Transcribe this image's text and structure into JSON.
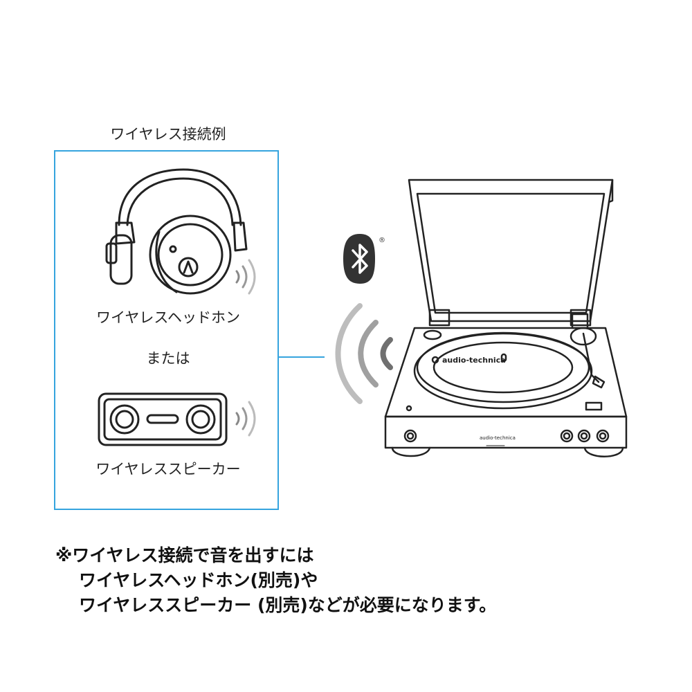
{
  "caption": "ワイヤレス接続例",
  "devices": {
    "headphones_label": "ワイヤレスヘッドホン",
    "or_label": "または",
    "speaker_label": "ワイヤレススピーカー"
  },
  "turntable": {
    "brand": "audio-technica",
    "front_brand": "audio-technica"
  },
  "bluetooth": {
    "registered_mark": "®"
  },
  "note": {
    "line1": "※ワイヤレス接続で音を出すには",
    "line2": "ワイヤレスヘッドホン(別売)や",
    "line3": "ワイヤレススピーカー (別売)などが必要になります。"
  },
  "colors": {
    "frame": "#35a4de",
    "line_art": "#222222",
    "wave_gray": "#b5b5b5",
    "bluetooth_badge": "#333333"
  }
}
